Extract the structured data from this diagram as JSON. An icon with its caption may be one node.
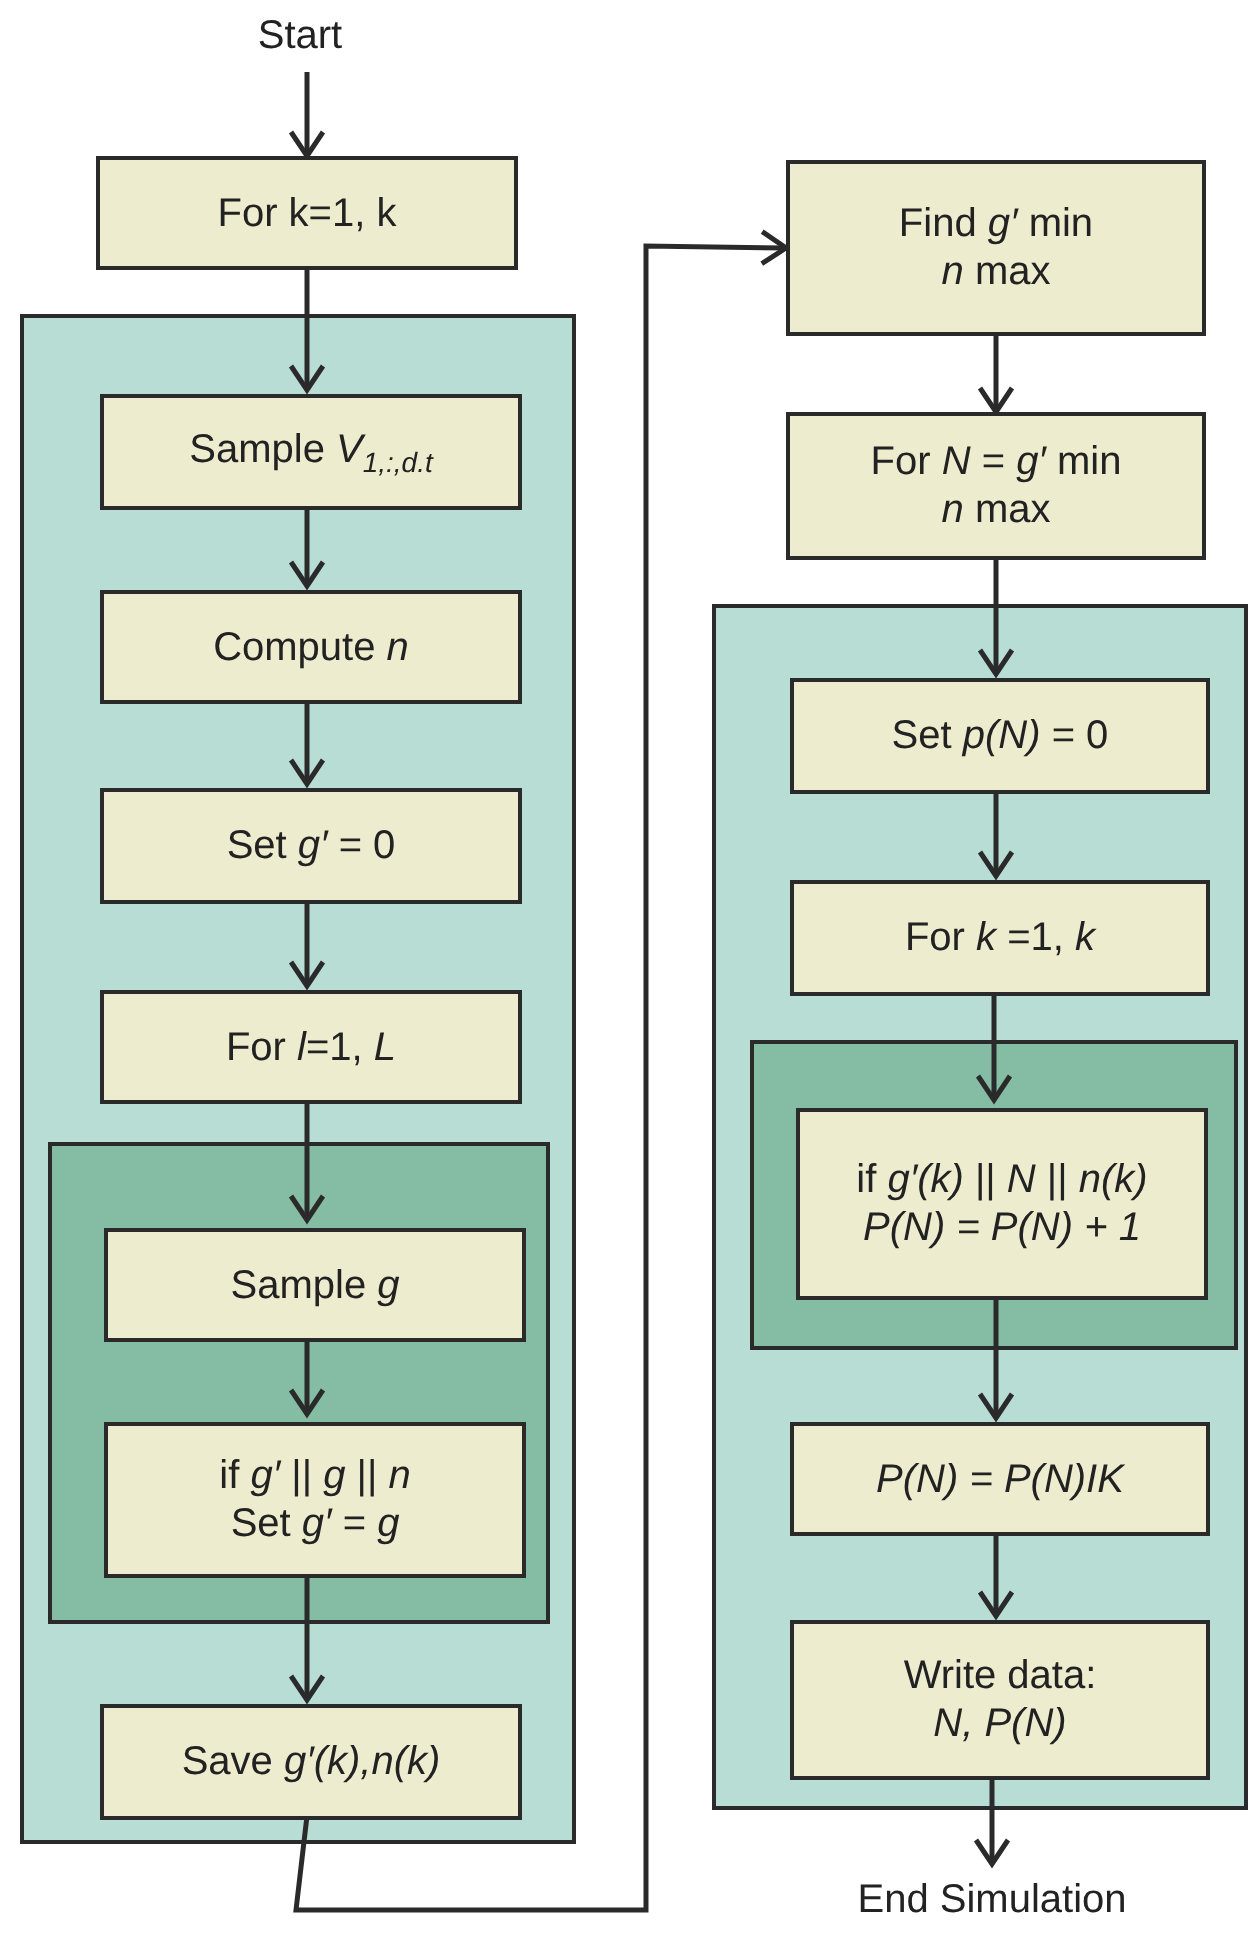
{
  "diagram": {
    "nodes": [
      {
        "text": [
          "Start"
        ]
      },
      {
        "text": [
          "For k=1, k"
        ]
      },
      {
        "text": [],
        "shape": "box"
      },
      {
        "text": [
          "Sample *V*$_{1,:,d.t}$"
        ],
        "in": 2
      },
      {
        "text": [
          "Compute *n*"
        ],
        "in": 2
      },
      {
        "text": [
          "Set *g′* = 0"
        ],
        "in": 2
      },
      {
        "text": [
          "For *l*=1, *L*"
        ],
        "in": 2
      },
      {
        "text": [],
        "shape": "box",
        "in": 2
      },
      {
        "text": [
          "Sample *g*"
        ],
        "in": 7
      },
      {
        "text": [
          "if *g′* || *g* || *n*",
          "Set *g′* = *g*"
        ],
        "in": 7
      },
      {
        "text": [
          "Save *g′(k),n(k)*"
        ],
        "in": 2
      },
      {
        "text": [
          "Find *g′* min",
          "*n* max"
        ]
      },
      {
        "text": [
          "For *N* = *g′* min",
          "*n* max"
        ]
      },
      {
        "text": [],
        "shape": "box"
      },
      {
        "text": [
          "Set *p(N)* = 0"
        ],
        "in": 13
      },
      {
        "text": [
          "For *k* =1, *k*"
        ],
        "in": 13
      },
      {
        "text": [],
        "shape": "box",
        "in": 13
      },
      {
        "text": [
          "if *g′(k)* || *N* || *n(k)*",
          "*P(N) = P(N) + 1*"
        ],
        "in": 16
      },
      {
        "text": [
          "*P(N) = P(N)IK*"
        ],
        "in": 13
      },
      {
        "text": [
          "Write data:",
          "*N, P(N)*"
        ],
        "in": 13
      },
      {
        "text": [
          "End Simulation"
        ]
      }
    ],
    "edges": [
      {
        "from": 0,
        "to": 1,
        "arrow": "to"
      },
      {
        "from": 1,
        "to": 3,
        "arrow": "to"
      },
      {
        "from": 3,
        "to": 4,
        "arrow": "to"
      },
      {
        "from": 4,
        "to": 5,
        "arrow": "to"
      },
      {
        "from": 5,
        "to": 6,
        "arrow": "to"
      },
      {
        "from": 6,
        "to": 8,
        "arrow": "to"
      },
      {
        "from": 8,
        "to": 9,
        "arrow": "to"
      },
      {
        "from": 9,
        "to": 10,
        "arrow": "to"
      },
      {
        "from": 10,
        "to": 11,
        "arrow": "to"
      },
      {
        "from": 11,
        "to": 12,
        "arrow": "to"
      },
      {
        "from": 12,
        "to": 14,
        "arrow": "to"
      },
      {
        "from": 14,
        "to": 15,
        "arrow": "to"
      },
      {
        "from": 15,
        "to": 17,
        "arrow": "to"
      },
      {
        "from": 17,
        "to": 18,
        "arrow": "to"
      },
      {
        "from": 18,
        "to": 19,
        "arrow": "to"
      },
      {
        "from": 19,
        "to": 20,
        "arrow": "to"
      }
    ]
  }
}
